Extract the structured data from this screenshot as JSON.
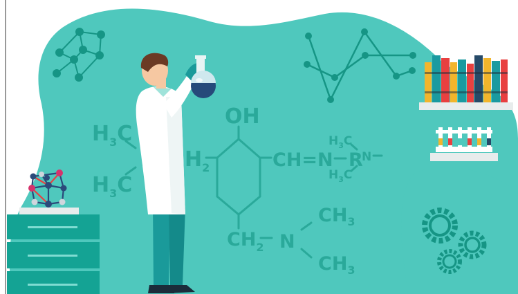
{
  "formula": {
    "h3c_top": "H",
    "h3c_bottom": "H",
    "c_top": "C",
    "c_bottom": "C",
    "n_left": "N",
    "h2_left": "H",
    "oh": "OH",
    "ch_n_r": "CH=N",
    "r": "R",
    "n_right": "N",
    "ch2": "CH",
    "n_center": "N",
    "ch3_top": "CH",
    "ch3_bottom": "CH",
    "h3c_small_top": "H",
    "h3c_small_bottom": "H",
    "c_small_top": "C",
    "c_small_bottom": "C",
    "sub_3": "3",
    "sub_2": "2"
  },
  "colors": {
    "teal_blob": "#4fc8bd",
    "teal_dark": "#169585",
    "cabinet": "#14a394",
    "coat": "#ffffff",
    "pants": "#1a9a9a"
  }
}
